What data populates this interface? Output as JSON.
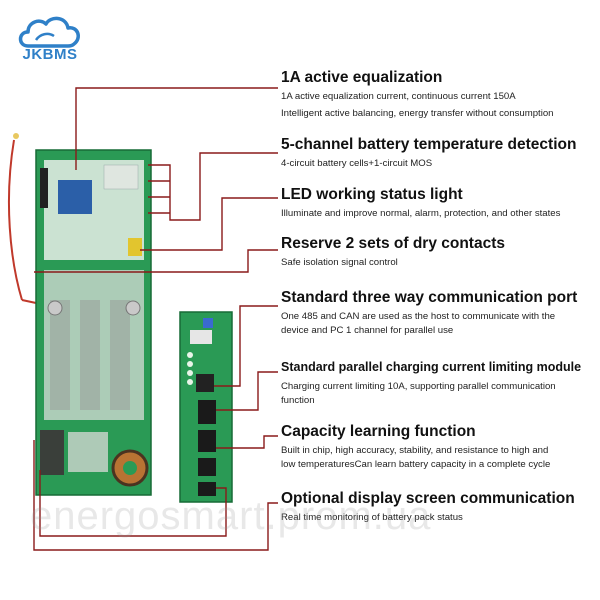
{
  "brand": {
    "name": "JKBMS",
    "color": "#2f80c8"
  },
  "colors": {
    "line": "#8a1a1a",
    "pcb": "#1e8a4a",
    "text": "#111111"
  },
  "features": [
    {
      "title": "1A active equalization",
      "desc": [
        "1A active equalization current, continuous current 150A",
        "Intelligent active balancing, energy transfer without consumption"
      ]
    },
    {
      "title": "5-channel battery temperature detection",
      "desc": [
        "4-circuit battery cells+1-circuit MOS"
      ]
    },
    {
      "title": "LED working status light",
      "desc": [
        "Illuminate and improve normal, alarm, protection, and other states"
      ]
    },
    {
      "title": "Reserve 2 sets of dry contacts",
      "desc": [
        "Safe isolation signal control"
      ]
    },
    {
      "title": "Standard three way communication port",
      "desc": [
        "One 485 and CAN are used as the host to communicate with the",
        "device and PC 1 channel for parallel use"
      ]
    },
    {
      "title": "Standard parallel charging current limiting module",
      "desc": [
        "Charging current limiting 10A, supporting parallel communication",
        "function"
      ]
    },
    {
      "title": "Capacity learning function",
      "desc": [
        "Built in chip, high accuracy, stability, and resistance to high and",
        "low temperaturesCan learn battery capacity in a complete cycle"
      ]
    },
    {
      "title": "Optional display screen communication",
      "desc": [
        "Real time monitoring of battery pack status"
      ]
    }
  ],
  "watermark": "energosmart.prom.ua"
}
